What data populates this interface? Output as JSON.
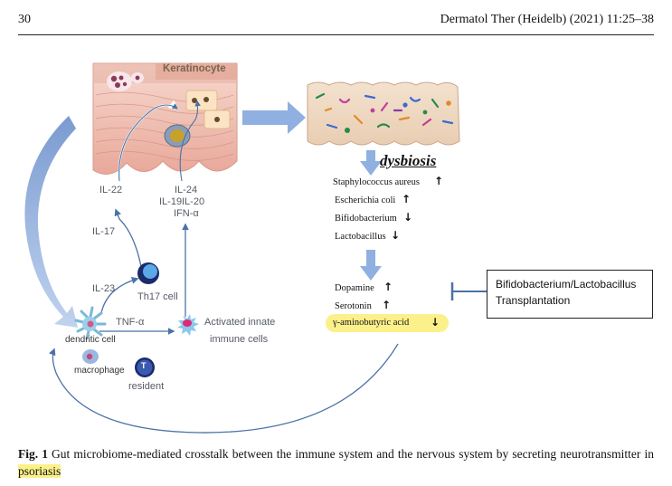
{
  "header": {
    "page_number": "30",
    "journal": "Dermatol Ther (Heidelb) (2021) 11:25–38"
  },
  "figure": {
    "keratinocyte": "Keratinocyte",
    "cytokines": {
      "il22": "IL-22",
      "il24": "IL-24",
      "il19": "IL-19",
      "il20": "IL-20",
      "ifn": "IFN-α",
      "il17": "IL-17",
      "il23": "IL-23",
      "tnf": "TNF-α"
    },
    "cells": {
      "th17": "Th17 cell",
      "dendritic": "dendritic cell",
      "macrophage": "macrophage",
      "resident": "resident",
      "resident_glyph": "T",
      "innate_line1": "Activated innate",
      "innate_line2": "immune cells"
    },
    "dysbiosis": "dysbiosis",
    "bacteria": [
      {
        "name": "Staphylococcus aureus",
        "arrow": "↑"
      },
      {
        "name": "Escherichia coli",
        "arrow": "↑"
      },
      {
        "name": "Bifidobacterium",
        "arrow": "↓"
      },
      {
        "name": "Lactobacillus",
        "arrow": "↓"
      }
    ],
    "neuro": [
      {
        "name": "Dopamine",
        "arrow": "↑"
      },
      {
        "name": "Serotonin",
        "arrow": "↑"
      },
      {
        "name": "γ-aminobutyric acid",
        "arrow": "↓"
      }
    ],
    "treatment_box": {
      "line1": "Bifidobacterium/Lactobacillus",
      "line2": "Transplantation"
    },
    "colors": {
      "arrow_blue": "#8fb0e0",
      "line_blue": "#4a72a8",
      "highlight": "#fbf08a",
      "skin": "#f0c2b4"
    }
  },
  "caption": {
    "fig_label": "Fig. 1",
    "text": "Gut microbiome-mediated crosstalk between the immune system and the nervous system by secreting neurotransmitter in",
    "highlighted_word": "psoriasis"
  }
}
